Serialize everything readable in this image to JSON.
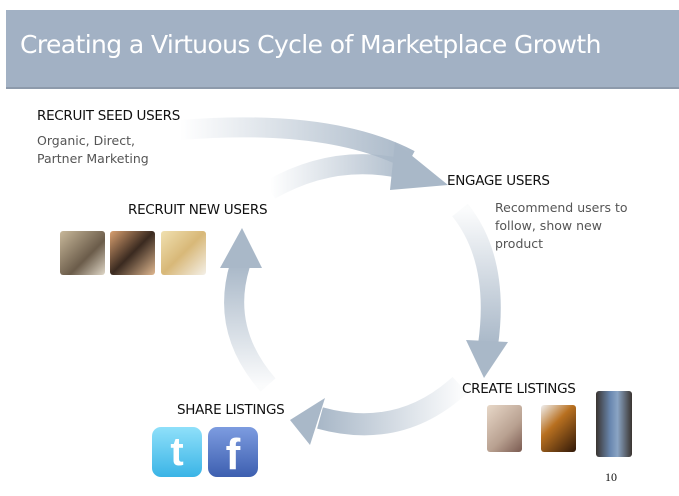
{
  "title": "Creating a Virtuous Cycle of Marketplace Growth",
  "steps": {
    "recruit_seed": {
      "label": "RECRUIT SEED USERS",
      "desc": [
        "Organic, Direct,",
        "Partner Marketing"
      ]
    },
    "engage": {
      "label": "ENGAGE USERS",
      "desc": [
        "Recommend users to",
        "follow, show new",
        "product"
      ]
    },
    "create": {
      "label": "CREATE LISTINGS"
    },
    "share": {
      "label": "SHARE LISTINGS"
    },
    "recruit_new": {
      "label": "RECRUIT NEW USERS"
    }
  },
  "social_icons": {
    "twitter": "t",
    "facebook": "f"
  },
  "colors": {
    "title_bar": "#a2b1c4",
    "arrow": "#a9b8c8",
    "twitter": "#5fc8ee",
    "facebook": "#4a6fc0"
  },
  "page_number": "10"
}
